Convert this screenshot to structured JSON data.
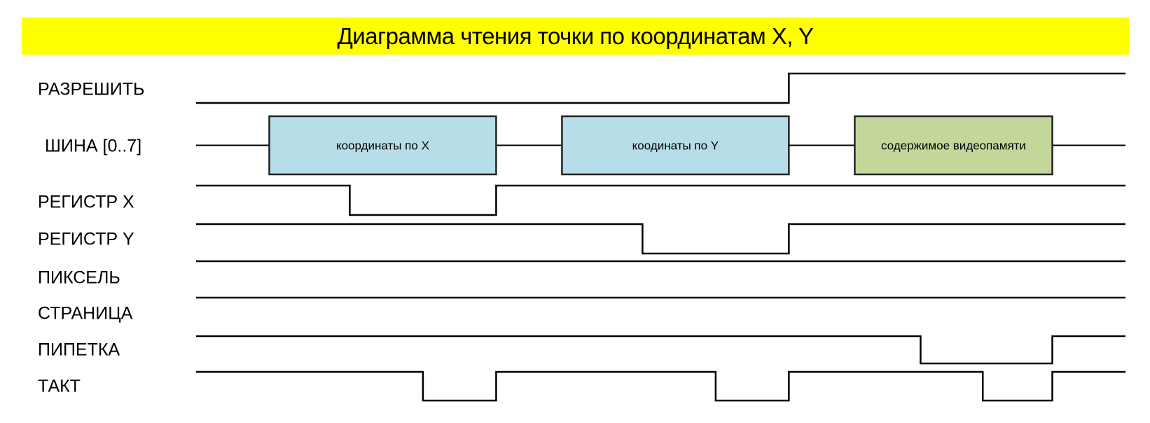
{
  "title": "Диаграмма чтения точки по координатам X, Y",
  "colors": {
    "banner": "#ffff00",
    "box_blue": "#b7dde8",
    "box_green": "#c4d79b",
    "line": "#000000"
  },
  "time_range": [
    0,
    127
  ],
  "signals": [
    {
      "id": "enable",
      "label": "РАЗРЕШИТЬ",
      "type": "digital",
      "initial": 0,
      "transitions": [
        81
      ]
    },
    {
      "id": "bus",
      "label": "ШИНА [0..7]",
      "type": "bus",
      "segments": [
        {
          "start": 10,
          "end": 41,
          "text": "координаты по X",
          "color": "#b7dde8"
        },
        {
          "start": 50,
          "end": 81,
          "text": "коодинаты по Y",
          "color": "#b7dde8"
        },
        {
          "start": 90,
          "end": 117,
          "text": "содержимое видеопамяти",
          "color": "#c4d79b"
        }
      ]
    },
    {
      "id": "reg-x",
      "label": "РЕГИСТР X",
      "type": "digital",
      "initial": 1,
      "transitions": [
        21,
        41
      ]
    },
    {
      "id": "reg-y",
      "label": "РЕГИСТР Y",
      "type": "digital",
      "initial": 1,
      "transitions": [
        61,
        81
      ]
    },
    {
      "id": "pixel",
      "label": "ПИКСЕЛЬ",
      "type": "digital",
      "initial": 1,
      "transitions": []
    },
    {
      "id": "page",
      "label": "СТРАНИЦА",
      "type": "digital",
      "initial": 1,
      "transitions": []
    },
    {
      "id": "pipette",
      "label": "ПИПЕТКА",
      "type": "digital",
      "initial": 1,
      "transitions": [
        99,
        117
      ]
    },
    {
      "id": "clock",
      "label": "ТАКТ",
      "type": "digital",
      "initial": 1,
      "transitions": [
        31,
        41,
        71,
        81,
        107.5,
        117
      ]
    }
  ]
}
